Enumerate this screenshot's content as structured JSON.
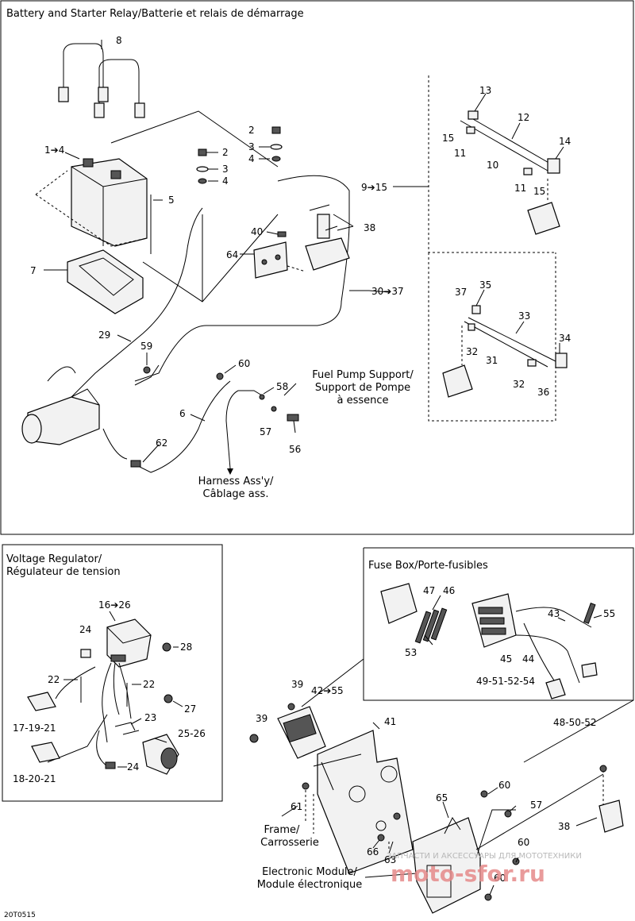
{
  "sections": {
    "battery": {
      "title": "Battery and Starter Relay/Batterie et relais de démarrage"
    },
    "regulator": {
      "title_line1": "Voltage Regulator/",
      "title_line2": "Régulateur de tension"
    },
    "fuse": {
      "title": "Fuse Box/Porte-fusibles"
    }
  },
  "callouts": {
    "fuel_pump_1": "Fuel Pump Support/",
    "fuel_pump_2": "Support de Pompe",
    "fuel_pump_3": "à essence",
    "harness_1": "Harness Ass'y/",
    "harness_2": "Câblage ass.",
    "frame_1": "Frame/",
    "frame_2": "Carrosserie",
    "module_1": "Electronic Module/",
    "module_2": "Module électronique"
  },
  "parts": {
    "p8": "8",
    "p1_4": "1➔4",
    "p5": "5",
    "p7": "7",
    "p2a": "2",
    "p3a": "3",
    "p4a": "4",
    "p2b": "2",
    "p3b": "3",
    "p4b": "4",
    "p9_15": "9➔15",
    "p38": "38",
    "p40": "40",
    "p64": "64",
    "p30_37": "30➔37",
    "p29": "29",
    "p59": "59",
    "p60": "60",
    "p58": "58",
    "p6": "6",
    "p57": "57",
    "p56": "56",
    "p62": "62",
    "p13": "13",
    "p12": "12",
    "p15a": "15",
    "p11a": "11",
    "p14": "14",
    "p10": "10",
    "p11b": "11",
    "p15b": "15",
    "p37": "37",
    "p35": "35",
    "p33": "33",
    "p32a": "32",
    "p34": "34",
    "p31": "31",
    "p32b": "32",
    "p36": "36",
    "p16_26": "16➔26",
    "p24a": "24",
    "p28": "28",
    "p22a": "22",
    "p22b": "22",
    "p27": "27",
    "p17": "17-19-21",
    "p23": "23",
    "p25": "25-26",
    "p24b": "24",
    "p18": "18-20-21",
    "p47": "47",
    "p46": "46",
    "p53": "53",
    "p43": "43",
    "p55a": "55",
    "p45": "45",
    "p44": "44",
    "p49": "49-51-52-54",
    "p48": "48-50-52",
    "p39a": "39",
    "p42_55": "42➔55",
    "p39b": "39",
    "p41": "41",
    "p61": "61",
    "p65": "65",
    "p60b": "60",
    "p57b": "57",
    "p38b": "38",
    "p66": "66",
    "p63": "63",
    "p60c": "60",
    "p60d": "60"
  },
  "figure_code": "20T0515",
  "watermark": {
    "top": "ЗАПЧАСТИ И АКСЕССУАРЫ ДЛЯ МОТОТЕХНИКИ",
    "main": "moto-sfor.ru"
  }
}
